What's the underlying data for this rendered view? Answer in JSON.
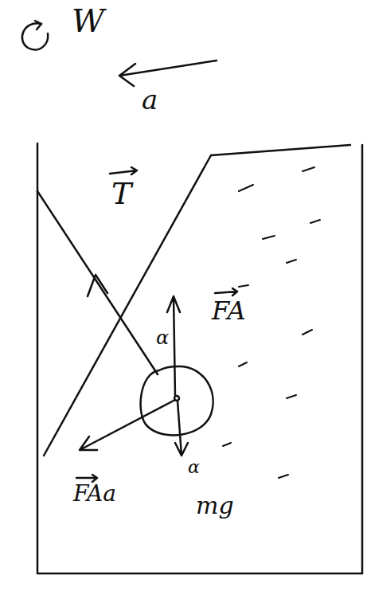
{
  "diagram": {
    "labels": [
      "W",
      "a",
      "T",
      "α",
      "FA",
      "FAa",
      "α",
      "mg"
    ]
  }
}
